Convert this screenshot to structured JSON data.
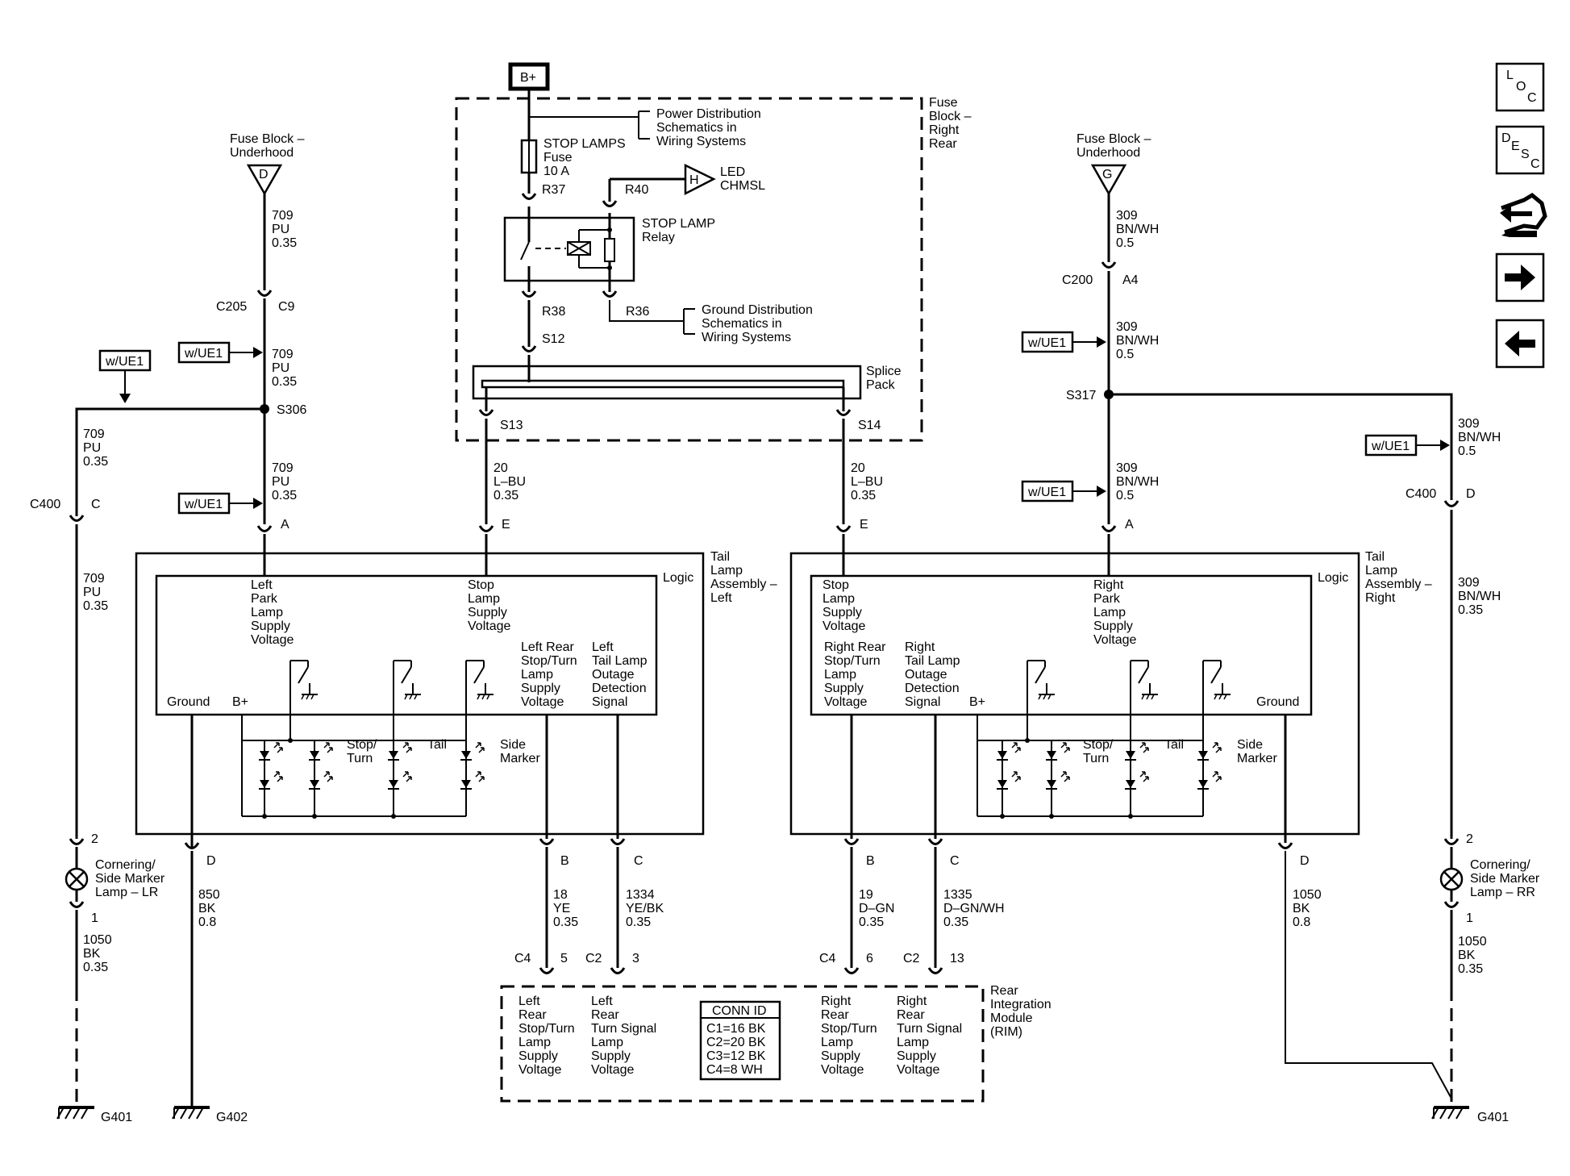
{
  "nav": {
    "loc_l": "L",
    "loc_o": "O",
    "loc_c": "C",
    "desc_d": "D",
    "desc_e": "E",
    "desc_s": "S",
    "desc_c": "C"
  },
  "top": {
    "bplus": "B+",
    "fuse_block_rr": [
      "Fuse",
      "Block –",
      "Right",
      "Rear"
    ],
    "power_dist": [
      "Power Distribution",
      "Schematics in",
      "Wiring Systems"
    ],
    "stop_lamps_fuse": [
      "STOP LAMPS",
      "Fuse",
      "10 A"
    ],
    "r37": "R37",
    "r40": "R40",
    "r38": "R38",
    "r36": "R36",
    "h_label": "H",
    "led": [
      "LED",
      "CHMSL"
    ],
    "relay": [
      "STOP LAMP",
      "Relay"
    ],
    "ground_dist": [
      "Ground Distribution",
      "Schematics in",
      "Wiring Systems"
    ],
    "s12": "S12",
    "splice_pack": [
      "Splice",
      "Pack"
    ],
    "s13": "S13",
    "s14": "S14"
  },
  "left": {
    "fuse_block": [
      "Fuse Block –",
      "Underhood"
    ],
    "d_label": "D",
    "w709a": [
      "709",
      "PU",
      "0.35"
    ],
    "c205": "C205",
    "c9": "C9",
    "wue1a": "w/UE1",
    "w709b": [
      "709",
      "PU",
      "0.35"
    ],
    "wue1_top": "w/UE1",
    "s306": "S306",
    "w709c": [
      "709",
      "PU",
      "0.35"
    ],
    "w709d": [
      "709",
      "PU",
      "0.35"
    ],
    "wue1b": "w/UE1",
    "c400": "C400",
    "c400c": "C",
    "a_label": "A",
    "w709e": [
      "709",
      "PU",
      "0.35"
    ],
    "pin2": "2",
    "lamp_lr": [
      "Cornering/",
      "Side Marker",
      "Lamp – LR"
    ],
    "pin1": "1",
    "w1050": [
      "1050",
      "BK",
      "0.35"
    ],
    "g401": "G401",
    "g402": "G402",
    "d_pin": "D",
    "w850": [
      "850",
      "BK",
      "0.8"
    ],
    "w20": [
      "20",
      "L–BU",
      "0.35"
    ],
    "e_label": "E",
    "assembly": [
      "Tail",
      "Lamp",
      "Assembly –",
      "Left"
    ],
    "logic": "Logic",
    "park": [
      "Left",
      "Park",
      "Lamp",
      "Supply",
      "Voltage"
    ],
    "stop": [
      "Stop",
      "Lamp",
      "Supply",
      "Voltage"
    ],
    "rear_stop": [
      "Left Rear",
      "Stop/Turn",
      "Lamp",
      "Supply",
      "Voltage"
    ],
    "outage": [
      "Left",
      "Tail Lamp",
      "Outage",
      "Detection",
      "Signal"
    ],
    "ground": "Ground",
    "bplus": "B+",
    "stop_turn": [
      "Stop/",
      "Turn"
    ],
    "tail": "Tail",
    "side_marker": [
      "Side",
      "Marker"
    ],
    "b_pin": "B",
    "c_pin": "C",
    "w18": [
      "18",
      "YE",
      "0.35"
    ],
    "w1334": [
      "1334",
      "YE/BK",
      "0.35"
    ]
  },
  "right": {
    "fuse_block": [
      "Fuse Block –",
      "Underhood"
    ],
    "g_label": "G",
    "w309a": [
      "309",
      "BN/WH",
      "0.5"
    ],
    "c200": "C200",
    "a4": "A4",
    "wue1a": "w/UE1",
    "w309b": [
      "309",
      "BN/WH",
      "0.5"
    ],
    "s317": "S317",
    "w309c": [
      "309",
      "BN/WH",
      "0.5"
    ],
    "wue1b": "w/UE1",
    "w309d": [
      "309",
      "BN/WH",
      "0.5"
    ],
    "wue1c": "w/UE1",
    "c400": "C400",
    "c400d": "D",
    "w309e": [
      "309",
      "BN/WH",
      "0.35"
    ],
    "w20": [
      "20",
      "L–BU",
      "0.35"
    ],
    "e_label": "E",
    "a_label": "A",
    "assembly": [
      "Tail",
      "Lamp",
      "Assembly –",
      "Right"
    ],
    "logic": "Logic",
    "stop": [
      "Stop",
      "Lamp",
      "Supply",
      "Voltage"
    ],
    "park": [
      "Right",
      "Park",
      "Lamp",
      "Supply",
      "Voltage"
    ],
    "rear_stop": [
      "Right Rear",
      "Stop/Turn",
      "Lamp",
      "Supply",
      "Voltage"
    ],
    "outage": [
      "Right",
      "Tail Lamp",
      "Outage",
      "Detection",
      "Signal"
    ],
    "bplus": "B+",
    "ground": "Ground",
    "stop_turn": [
      "Stop/",
      "Turn"
    ],
    "tail": "Tail",
    "side_marker": [
      "Side",
      "Marker"
    ],
    "b_pin": "B",
    "c_pin": "C",
    "d_pin": "D",
    "w19": [
      "19",
      "D–GN",
      "0.35"
    ],
    "w1335": [
      "1335",
      "D–GN/WH",
      "0.35"
    ],
    "w1050": [
      "1050",
      "BK",
      "0.8"
    ],
    "pin2": "2",
    "lamp_rr": [
      "Cornering/",
      "Side Marker",
      "Lamp – RR"
    ],
    "pin1": "1",
    "w1050b": [
      "1050",
      "BK",
      "0.35"
    ],
    "g401": "G401"
  },
  "rim": {
    "c4a": "C4",
    "pin5": "5",
    "c2a": "C2",
    "pin3": "3",
    "c4b": "C4",
    "pin6": "6",
    "c2b": "C2",
    "pin13": "13",
    "title": [
      "Rear",
      "Integration",
      "Module",
      "(RIM)"
    ],
    "l_stop": [
      "Left",
      "Rear",
      "Stop/Turn",
      "Lamp",
      "Supply",
      "Voltage"
    ],
    "l_turn": [
      "Left",
      "Rear",
      "Turn Signal",
      "Lamp",
      "Supply",
      "Voltage"
    ],
    "r_stop": [
      "Right",
      "Rear",
      "Stop/Turn",
      "Lamp",
      "Supply",
      "Voltage"
    ],
    "r_turn": [
      "Right",
      "Rear",
      "Turn Signal",
      "Lamp",
      "Supply",
      "Voltage"
    ],
    "conn_id": "CONN ID",
    "conn": [
      "C1=16 BK",
      "C2=20 BK",
      "C3=12 BK",
      "C4=8 WH"
    ]
  }
}
